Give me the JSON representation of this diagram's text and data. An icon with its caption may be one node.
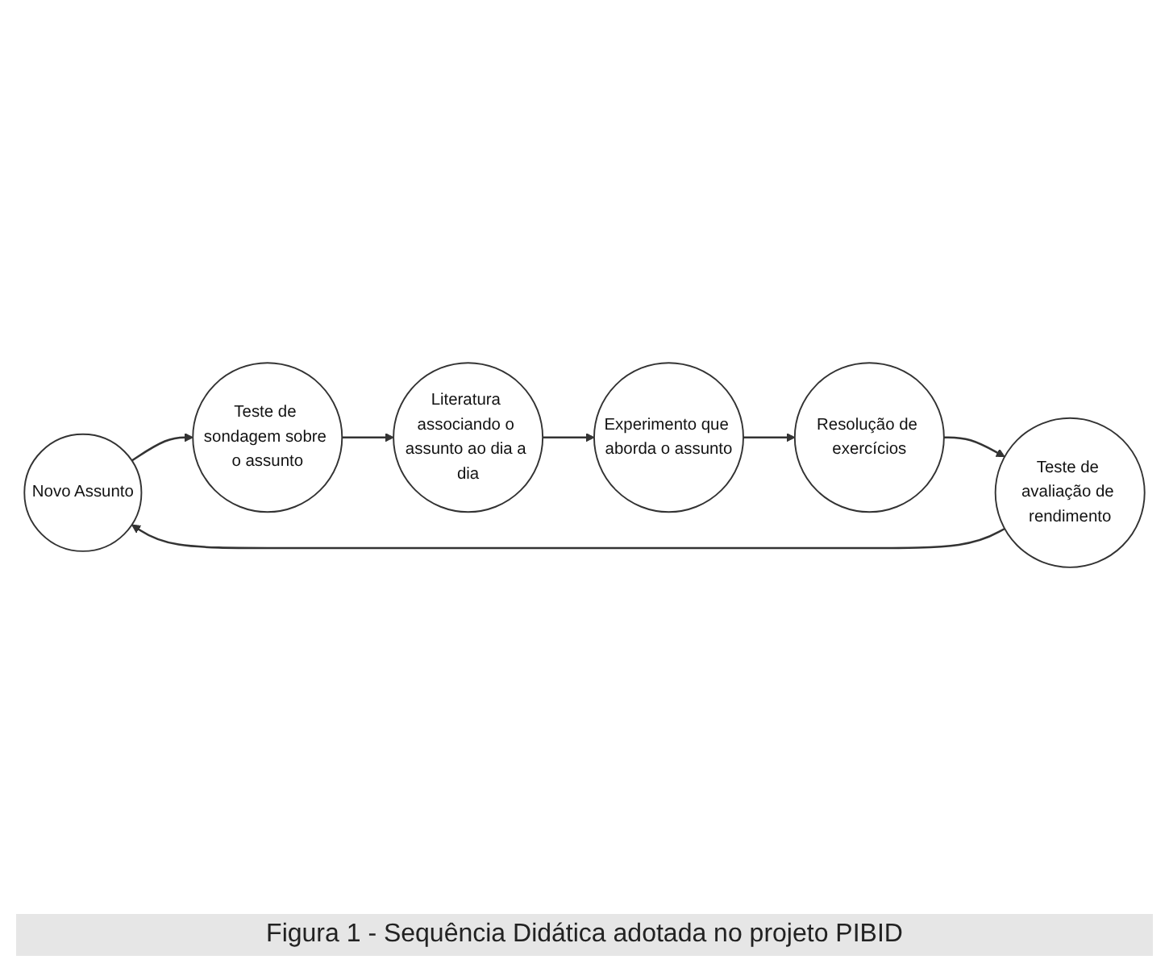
{
  "diagram": {
    "caption": "Figura 1 - Sequência Didática adotada no projeto PIBID",
    "nodes": [
      {
        "text": [
          "Novo Assunto"
        ]
      },
      {
        "text": [
          "Teste de sondagem sobre o assunto"
        ]
      },
      {
        "text": [
          "Literatura associando o assunto ao dia a dia"
        ]
      },
      {
        "text": [
          "Experimento que aborda o assunto"
        ]
      },
      {
        "text": [
          "Resolução de exercícios"
        ]
      },
      {
        "text": [
          "Teste de avaliação de rendimento"
        ]
      }
    ],
    "edges": [
      {
        "from": 0,
        "to": 1,
        "arrow": "to"
      },
      {
        "from": 1,
        "to": 2,
        "arrow": "to"
      },
      {
        "from": 2,
        "to": 3,
        "arrow": "to"
      },
      {
        "from": 3,
        "to": 4,
        "arrow": "to"
      },
      {
        "from": 4,
        "to": 5,
        "arrow": "to"
      },
      {
        "from": 5,
        "to": 0,
        "arrow": "to"
      }
    ]
  }
}
